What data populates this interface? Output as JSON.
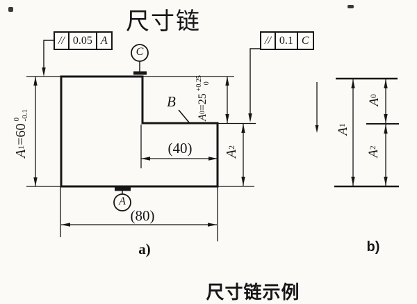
{
  "title": "尺寸链",
  "caption": "尺寸链示例",
  "figure_a": {
    "label": "a)",
    "tolerance_frame_1": {
      "symbol": "//",
      "value": "0.05",
      "datum": "A"
    },
    "tolerance_frame_2": {
      "symbol": "//",
      "value": "0.1",
      "datum": "C"
    },
    "datum_top": "C",
    "datum_bottom": "A",
    "surface_label": "B",
    "dim_a1": {
      "name": "A",
      "sub": "1",
      "value": "=60",
      "tol_upper": "0",
      "tol_lower": "-0.1"
    },
    "dim_a0": {
      "name": "A",
      "sub": "0",
      "value": "=25",
      "tol_upper": "+0.25",
      "tol_lower": "0"
    },
    "dim_a2": {
      "name": "A",
      "sub": "2"
    },
    "dim_width_inner": "(40)",
    "dim_width_outer": "(80)"
  },
  "figure_b": {
    "label": "b)",
    "dim_a1": {
      "name": "A",
      "sub": "1"
    },
    "dim_a0": {
      "name": "A",
      "sub": "0"
    },
    "dim_a2": {
      "name": "A",
      "sub": "2"
    }
  }
}
